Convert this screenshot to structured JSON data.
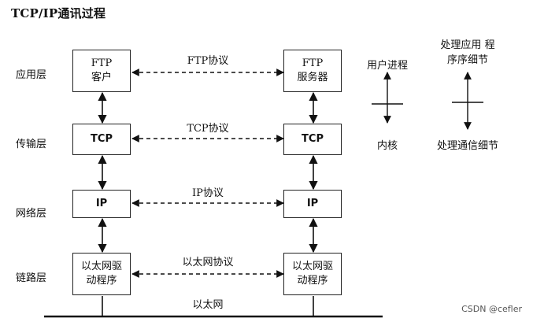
{
  "title": "TCP/IP通讯过程",
  "layers": {
    "application": "应用层",
    "transport": "传输层",
    "network": "网络层",
    "link": "链路层"
  },
  "left_stack": {
    "app": [
      "FTP",
      "客户"
    ],
    "transport": "TCP",
    "network": "IP",
    "link": [
      "以太网驱",
      "动程序"
    ]
  },
  "right_stack": {
    "app": [
      "FTP",
      "服务器"
    ],
    "transport": "TCP",
    "network": "IP",
    "link": [
      "以太网驱",
      "动程序"
    ]
  },
  "protocols": {
    "ftp": "FTP协议",
    "tcp": "TCP协议",
    "ip": "IP协议",
    "ethernet": "以太网协议"
  },
  "ethernet_label": "以太网",
  "legend": {
    "user_process": "用户进程",
    "kernel": "内核",
    "app_detail": [
      "处理应用",
      "程序序细节"
    ],
    "comm_detail": "处理通信细节"
  },
  "watermark": "CSDN @cefler"
}
